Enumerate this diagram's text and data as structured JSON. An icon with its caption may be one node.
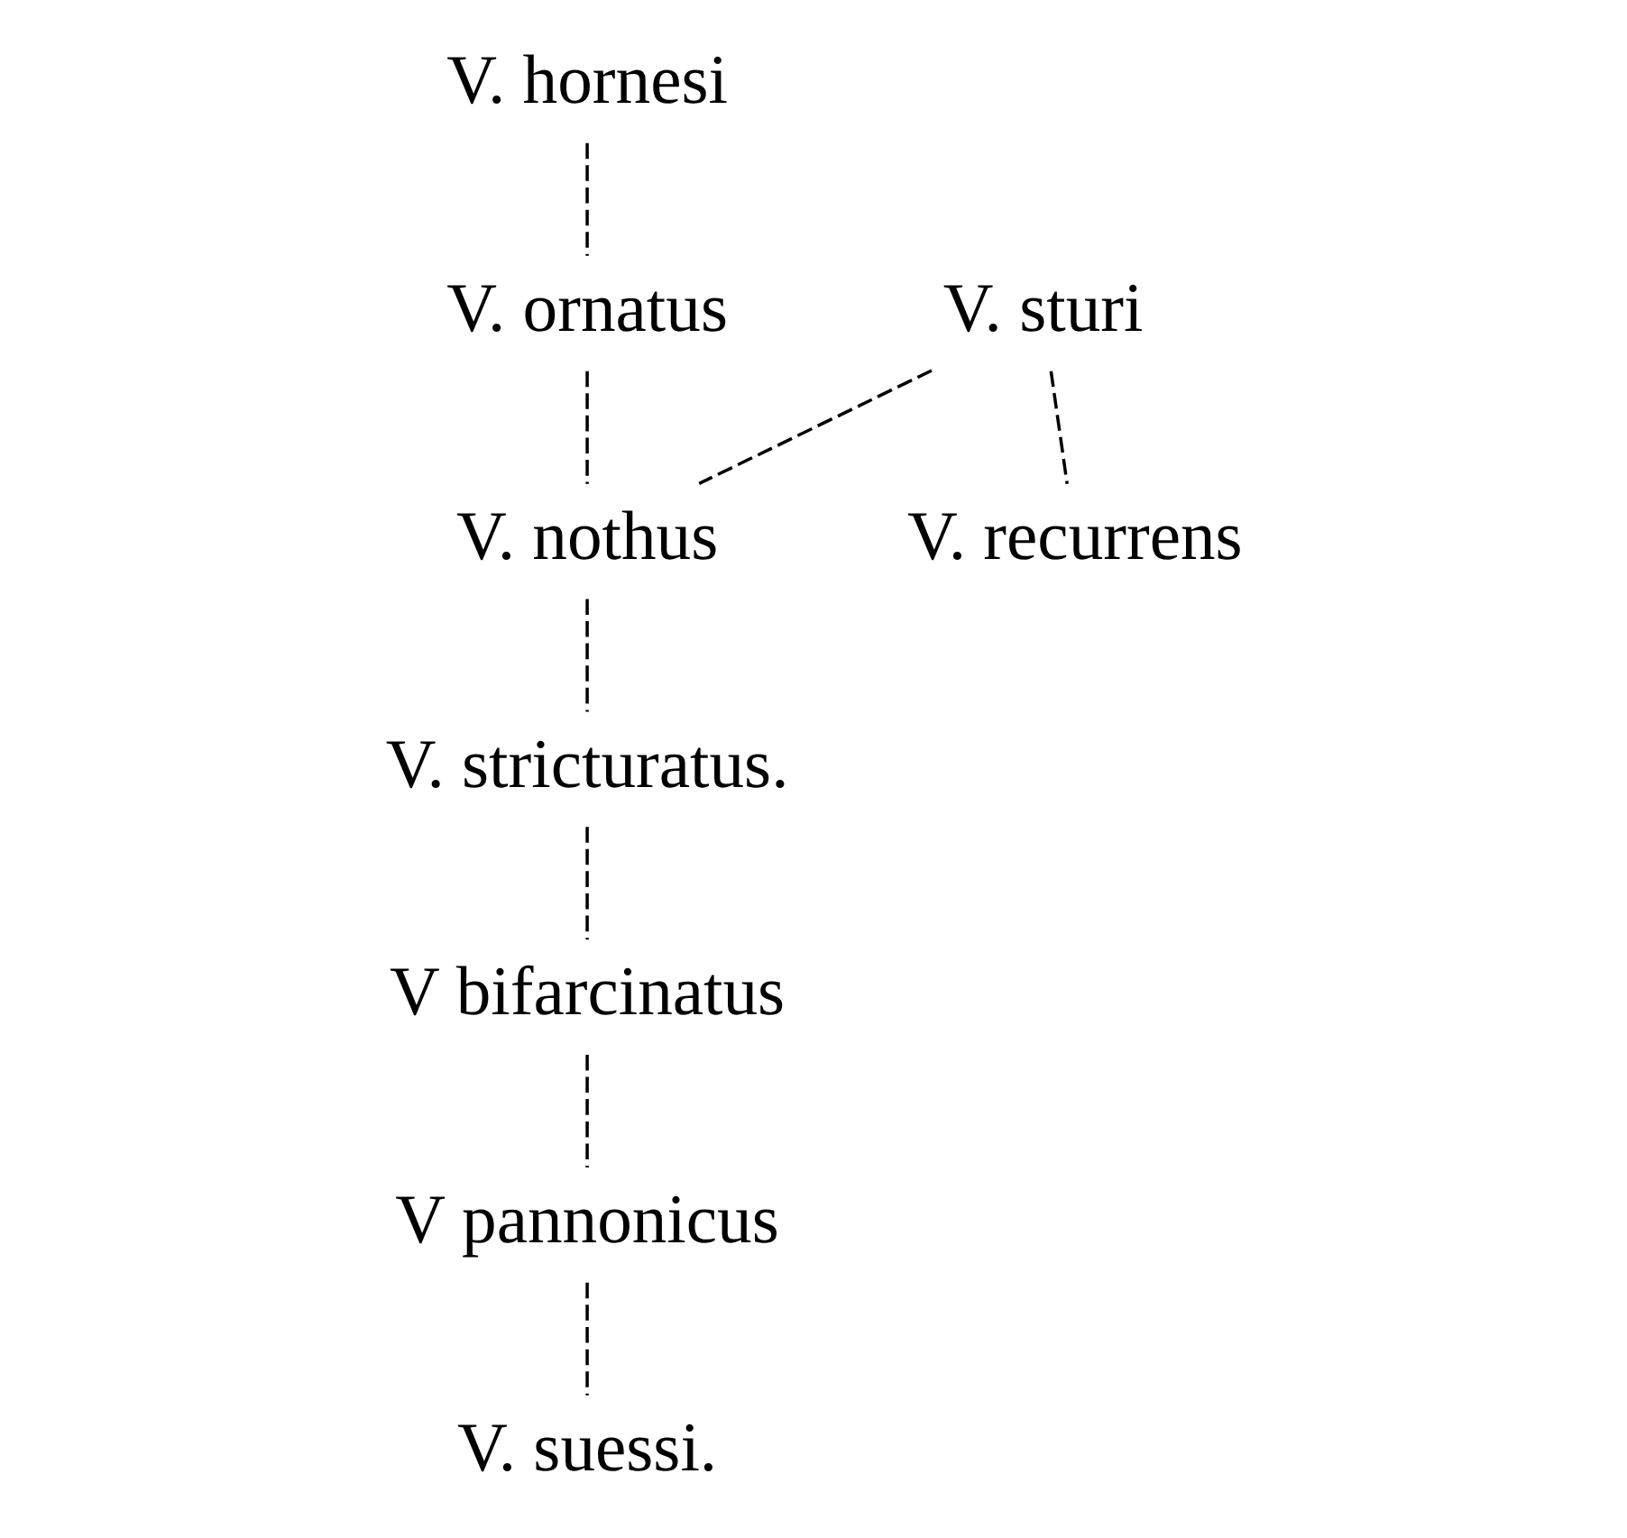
{
  "diagram": {
    "nodes": [
      {
        "text": [
          "V. hornesi"
        ]
      },
      {
        "text": [
          "V. sturi"
        ]
      },
      {
        "text": [
          "V. ornatus"
        ]
      },
      {
        "text": [
          "V. recurrens"
        ]
      },
      {
        "text": [
          "V. nothus"
        ]
      },
      {
        "text": [
          "V. stricturatus."
        ]
      },
      {
        "text": [
          "V bifarcinatus"
        ]
      },
      {
        "text": [
          "V pannonicus"
        ]
      },
      {
        "text": [
          "V. suessi."
        ]
      }
    ],
    "edges": [
      {
        "from": 0,
        "to": 2,
        "arrow": "none",
        "style": "dashed"
      },
      {
        "from": 1,
        "to": 3,
        "arrow": "none",
        "style": "dashed"
      },
      {
        "from": 1,
        "to": 4,
        "arrow": "none",
        "style": "dashed"
      },
      {
        "from": 2,
        "to": 4,
        "arrow": "none",
        "style": "dashed"
      },
      {
        "from": 4,
        "to": 5,
        "arrow": "none",
        "style": "dashed"
      },
      {
        "from": 5,
        "to": 6,
        "arrow": "none",
        "style": "dashed"
      },
      {
        "from": 6,
        "to": 7,
        "arrow": "none",
        "style": "dashed"
      },
      {
        "from": 7,
        "to": 8,
        "arrow": "none",
        "style": "dashed"
      }
    ]
  }
}
